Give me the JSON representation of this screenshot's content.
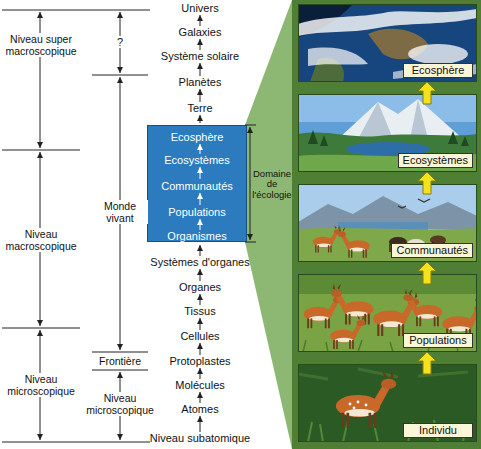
{
  "diagram": {
    "nodes": [
      {
        "text": [
          "Ecosphère",
          "Ecosystèmes",
          "Communautés",
          "Populations",
          "Organismes"
        ]
      },
      {
        "text": [
          "Ecosphère"
        ]
      },
      {
        "text": [
          "Ecosystèmes"
        ]
      },
      {
        "text": [
          "Communautés"
        ]
      },
      {
        "text": [
          "Populations"
        ]
      },
      {
        "text": [
          "Individu"
        ]
      }
    ],
    "edges": [
      {
        "from": 5,
        "to": 4,
        "arrow": "to"
      },
      {
        "from": 4,
        "to": 3,
        "arrow": "to"
      },
      {
        "from": 3,
        "to": 2,
        "arrow": "to"
      },
      {
        "from": 2,
        "to": 1,
        "arrow": "to"
      }
    ],
    "labels": [
      "Niveau super macroscopique",
      "?",
      "Univers",
      "Galaxies",
      "Système solaire",
      "Planètes",
      "Terre",
      "Monde vivant",
      "Domaine de l'écologie",
      "Niveau macroscopique",
      "Systèmes d'organes",
      "Organes",
      "Tissus",
      "Cellules",
      "Protoplastes",
      "Frontière",
      "Molécules",
      "Niveau microscopique",
      "Niveau microscopique",
      "Atomes",
      "Niveau subatomique"
    ]
  }
}
